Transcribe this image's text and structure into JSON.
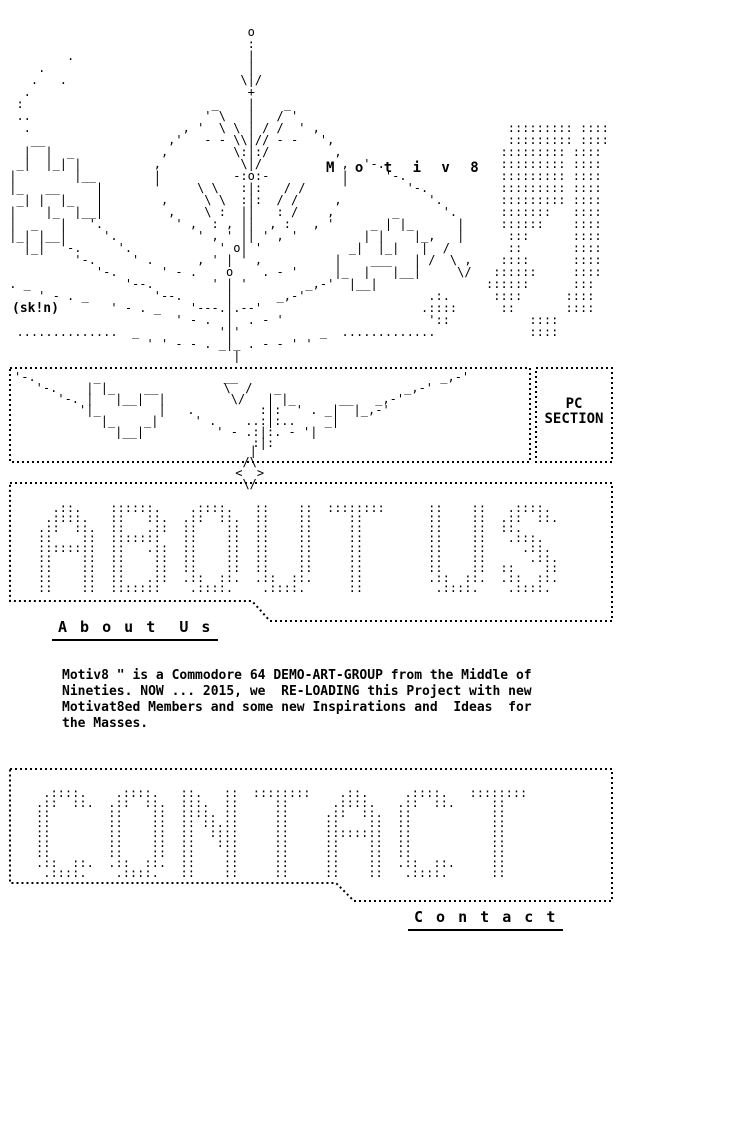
{
  "page": {
    "background": "#ffffff",
    "text_color": "#000000"
  },
  "header": {
    "title": "M o t i v 8",
    "artist_tag": "(sk!n)",
    "ascii_art": [
      "                                  o",
      "                                  :",
      "         .                        |",
      "     .                            |",
      "    .   .                        \\|/",
      "   .                              +",
      "  :                          _    |    _",
      "  ..                        ' \\   |   / '",
      "   .                     , '  \\ \\ | / /  ' ,                          ::::::::: ::::",
      "    __                 ,'   - - \\\\|// - -   ',                        ::::::::: ::::",
      "   |  |  _            ,         \\:|:/         ,                      ::::::::: ::::",
      "  _|  |_| |          ,           \\|/           ,  '-.                ::::::::: ::::",
      " |        |__        |          -:o:-          |     '-.             ::::::::: ::::",
      " |_   __     |       '     \\ \\   :|:   / /     '        '-.          ::::::::: ::::",
      "  _| |  |_   |        ,     \\ \\  :|:  / /     ,            '.        ::::::::: ::::",
      " |    |_  |__|         ,    \\ :  ||   : /    ,        _      '.      :::::::   ::::",
      " |  _   |   '.          ' ,  : , ||  , :   , '     _ | |_      |     ::::::    ::::",
      " |_| |__|     '.           ' , ' || ' , '         | |    |_,   |      :::      ::::",
      "   |_|  '-.     '.            ' o| '            _|  |_|   |  /        ::       ::::",
      "          '-.     ' .      , ' | ' ,          |    ___   | /  \\ ,    ::::      ::::",
      "             '-.      ' - .    o    . - '     |_  |   |__|     \\/   ::::::     ::::",
      " . _             '--.        ' | '        _,-'  |__|               ::::::      :::",
      "     ' - . _         '--.      |      _,-'                 .:.      ::::      ::::",
      "               ' - . _    '---.|.--'                      .::::      ::       ::::",
      "                        ' - .  |  . - '                    '::           ::::",
      "  ..............  _           '|'           _  .............             ::::",
      "                    ' ' - - . _|_ . - - ' '",
      "                                |"
    ],
    "frame_art": [
      "'-.        _                 __                            _,-'",
      "   '-.    | |_    __         \\  /   _                 _,-'",
      "      '-. |   |__|  |         \\/   | |_      __   _,-'",
      "         '|_        |   .         :|:  ' . _|  |_,-'",
      "            |_    _|     ' .    ..:|:..    _|",
      "              |__|          ' - .:|:. - '|",
      "                                 :|:"
    ],
    "antenna_diamond": [
      "   |",
      "  /\\",
      " <  >",
      "  \\/"
    ]
  },
  "pc_section": {
    "label": "PC\nSECTION"
  },
  "about": {
    "banner": [
      "  .::.    ::::::.    .::::.   ::    ::  ::::::::      ::    ::   .::::. ",
      " .::::.   ::   ::.  .::  ::.  ::    ::     ::         ::    ::  .::  ::.",
      ".::  ::.  ::   .::  ::    ::  ::    ::     ::         ::    ::  ::.     ",
      "::    ::  :::::::   ::    ::  ::    ::     ::         ::    ::   .:::.  ",
      "::::::::  ::   .::  ::    ::  ::    ::     ::         ::    ::     .::. ",
      "::    ::  ::    ::  ::    ::  ::    ::     ::         ::    ::      .::.",
      "::    ::  ::    ::  ::    ::  ::    ::     ::         ::    ::  ::    ::",
      "::    ::  ::   .::  .::  ::.  .::  ::.     ::         .::  ::.  .::  ::.",
      "::    ::  :::::::    .::::.    .::::.      ::          .::::.    .::::. "
    ],
    "link_label": "A b o u t  U s",
    "paragraph": "Motiv8 \" is a Commodore 64 DEMO-ART-GROUP from the Middle of\nNineties. NOW ... 2015, we  RE-LOADING this Project with new\nMotivat8ed Members and some new Inspirations and  Ideas  for\nthe Masses."
  },
  "contact": {
    "banner": [
      " .::::.    .::::.   ::.   ::  ::::::::    .::.     .::::.   ::::::::",
      ".::  ::.  .::  ::.  :::.  ::     ::      .::::.   .::  ::.     ::   ",
      "::        ::    ::  ::::. ::     ::     .::  ::.  ::           ::   ",
      "::        ::    ::  :: ::.::     ::     ::    ::  ::           ::   ",
      "::        ::    ::  ::  ::::     ::     ::::::::  ::           ::   ",
      "::        ::    ::  ::   :::     ::     ::    ::  ::           ::   ",
      "::        ::    ::  ::    ::     ::     ::    ::  ::           ::   ",
      ".::  ::.  .::  ::.  ::    ::     ::     ::    ::  .::  ::.     ::   ",
      " .::::.    .::::.   ::    ::     ::     ::    ::   .::::.      ::   "
    ],
    "link_label": "C o n t a c t"
  }
}
